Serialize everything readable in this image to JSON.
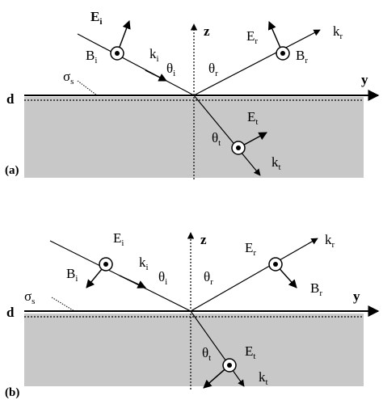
{
  "panels": [
    {
      "tag": "(a)",
      "labels": {
        "z": "z",
        "y": "y",
        "d": "d",
        "sigma": "σ",
        "sigma_sub": "s",
        "Ei": "E",
        "Ei_sub": "i",
        "Bi": "B",
        "Bi_sub": "i",
        "ki": "k",
        "ki_sub": "i",
        "thi": "θ",
        "thi_sub": "i",
        "thr": "θ",
        "thr_sub": "r",
        "Er": "E",
        "Er_sub": "r",
        "kr": "k",
        "kr_sub": "r",
        "Br": "B",
        "Br_sub": "r",
        "Et": "E",
        "Et_sub": "t",
        "tht": "θ",
        "tht_sub": "t",
        "kt": "k",
        "kt_sub": "t"
      }
    },
    {
      "tag": "(b)",
      "labels": {
        "z": "z",
        "y": "y",
        "d": "d",
        "sigma": "σ",
        "sigma_sub": "s",
        "Ei": "E",
        "Ei_sub": "i",
        "Bi": "B",
        "Bi_sub": "i",
        "ki": "k",
        "ki_sub": "i",
        "thi": "θ",
        "thi_sub": "i",
        "thr": "θ",
        "thr_sub": "r",
        "Er": "E",
        "Er_sub": "r",
        "kr": "k",
        "kr_sub": "r",
        "Br": "B",
        "Br_sub": "r",
        "Et": "E",
        "Et_sub": "t",
        "tht": "θ",
        "tht_sub": "t",
        "kt": "k",
        "kt_sub": "t"
      }
    }
  ],
  "colors": {
    "medium": "#c8c8c8",
    "ink": "#000000"
  }
}
